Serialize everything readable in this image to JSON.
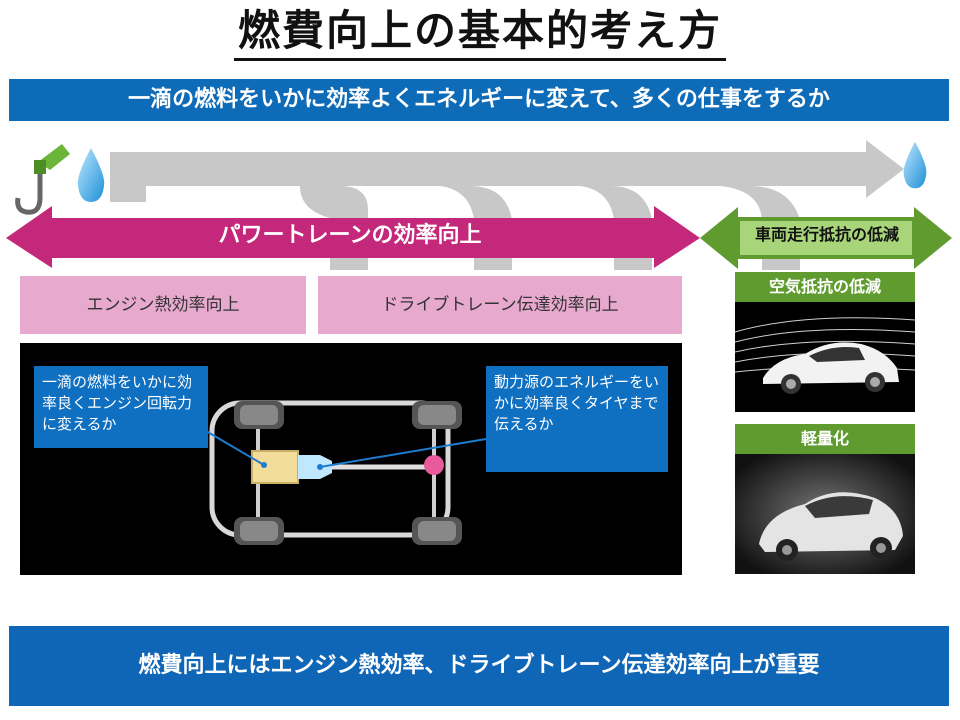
{
  "title": "燃費向上の基本的考え方",
  "subtitle": "一滴の燃料をいかに効率よくエネルギーに変えて、多くの仕事をするか",
  "powertrain_label": "パワートレーンの効率向上",
  "resistance_label": "車両走行抵抗の低減",
  "engine_box": "エンジン熱効率向上",
  "drivetrain_box": "ドライブトレーン伝達効率向上",
  "callout_left": "一滴の燃料をいかに効率良くエンジン回転力に変えるか",
  "callout_right": "動力源のエネルギーをいかに効率良くタイヤまで伝えるか",
  "air_resistance": "空気抵抗の低減",
  "lightweight": "軽量化",
  "bottom_message": "燃費向上にはエンジン熱効率、ドライブトレーン伝達効率向上が重要",
  "colors": {
    "blue": "#0d6bb8",
    "magenta": "#c4287b",
    "pink": "#e8a9cf",
    "green": "#5f9b2e",
    "gray_flow": "#c8c8c8"
  },
  "icons": [
    "fuel-pump-icon",
    "fuel-drop-icon"
  ]
}
